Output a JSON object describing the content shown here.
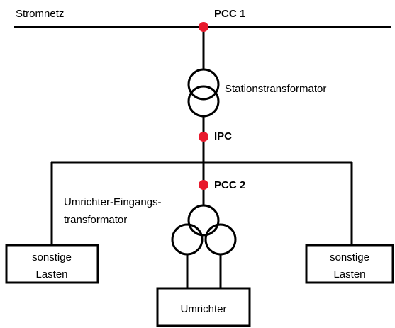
{
  "labels": {
    "grid": "Stromnetz",
    "pcc1": "PCC 1",
    "station_transformer": "Stationstransformator",
    "ipc": "IPC",
    "pcc2": "PCC 2",
    "converter_transformer_line1": "Umrichter-Eingangs-",
    "converter_transformer_line2": "transformator",
    "load_left_line1": "sonstige",
    "load_left_line2": "Lasten",
    "load_right_line1": "sonstige",
    "load_right_line2": "Lasten",
    "converter": "Umrichter"
  },
  "colors": {
    "node": "#e8192c",
    "line": "#000000"
  }
}
